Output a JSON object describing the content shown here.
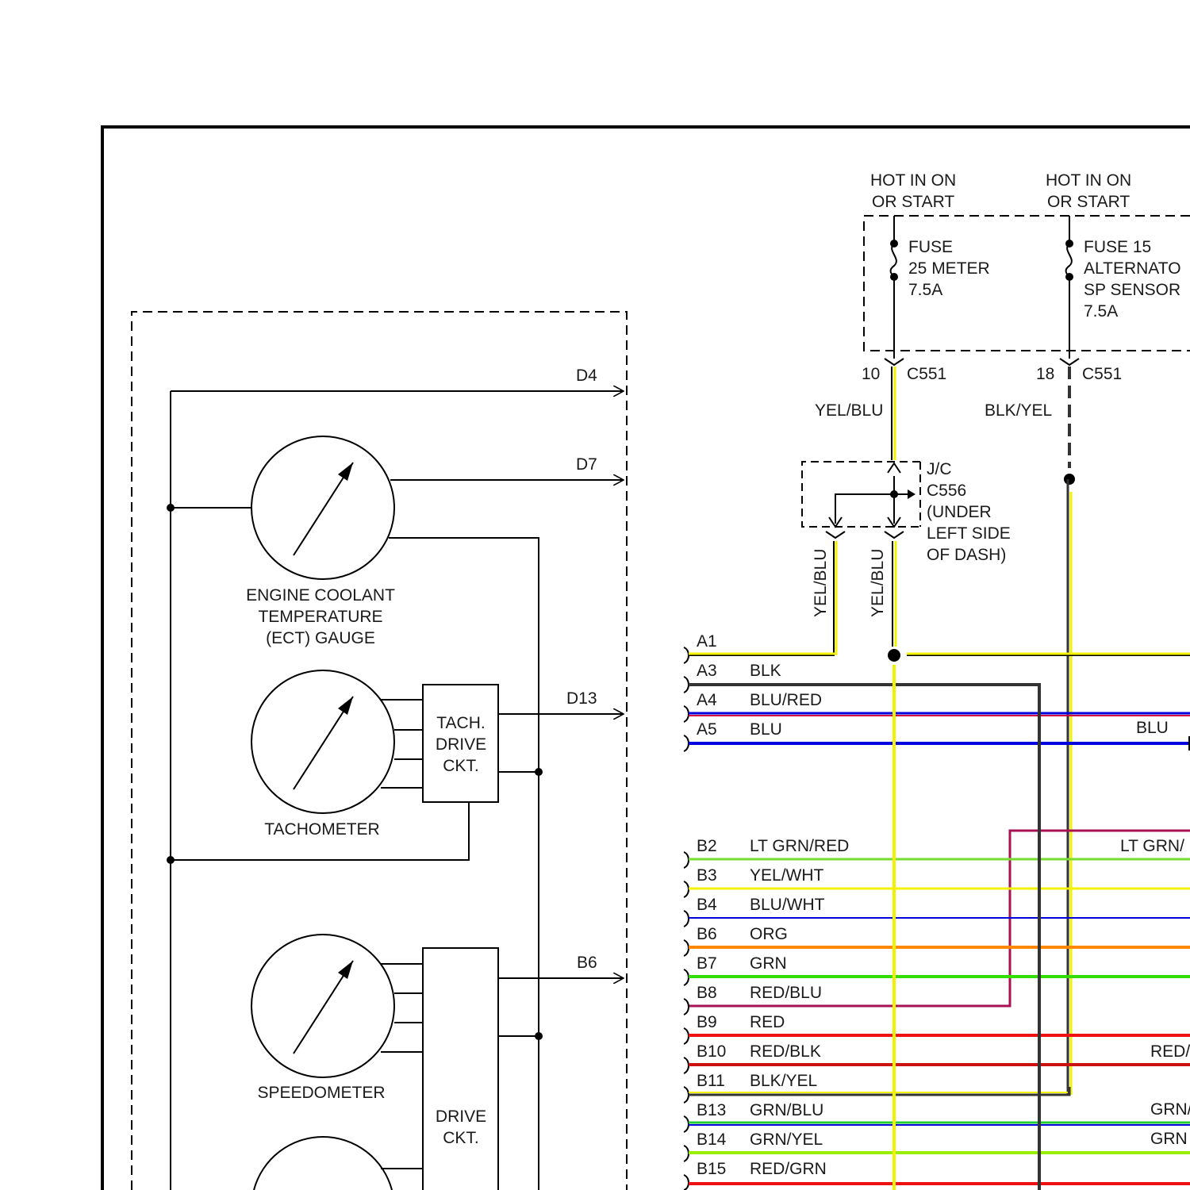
{
  "power": {
    "left_hot": [
      "HOT IN ON",
      "OR START"
    ],
    "right_hot": [
      "HOT IN ON",
      "OR START"
    ],
    "fuse_left": [
      "FUSE",
      "25 METER",
      "7.5A"
    ],
    "fuse_right": [
      "FUSE 15",
      "ALTERNATO",
      "SP SENSOR",
      "7.5A"
    ],
    "conn_left_pin": "10",
    "conn_left": "C551",
    "conn_right_pin": "18",
    "conn_right": "C551",
    "wire_left": "YEL/BLU",
    "wire_right": "BLK/YEL"
  },
  "junction": {
    "label": [
      "J/C",
      "C556",
      "(UNDER",
      "LEFT SIDE",
      "OF DASH)"
    ],
    "wire_a": "YEL/BLU",
    "wire_b": "YEL/BLU"
  },
  "cluster": {
    "outputs": {
      "d4": "D4",
      "d7": "D7",
      "d13": "D13",
      "b6": "B6"
    },
    "ect_label": [
      "ENGINE COOLANT",
      "TEMPERATURE",
      "(ECT) GAUGE"
    ],
    "tach_label": "TACHOMETER",
    "tach_drive": [
      "TACH.",
      "DRIVE",
      "CKT."
    ],
    "speedo_label": "SPEEDOMETER",
    "drive_ckt": [
      "DRIVE",
      "CKT."
    ]
  },
  "pins_a": [
    {
      "pin": "A1",
      "wire": "",
      "color": "#f2f200"
    },
    {
      "pin": "A3",
      "wire": "BLK",
      "color": "#333333"
    },
    {
      "pin": "A4",
      "wire": "BLU/RED",
      "color": "#7a00cc"
    },
    {
      "pin": "A5",
      "wire": "BLU",
      "color": "#0000dd"
    }
  ],
  "pins_b": [
    {
      "pin": "B2",
      "wire": "LT GRN/RED",
      "color": "#77dd33"
    },
    {
      "pin": "B3",
      "wire": "YEL/WHT",
      "color": "#f2f200"
    },
    {
      "pin": "B4",
      "wire": "BLU/WHT",
      "color": "#0000dd"
    },
    {
      "pin": "B6",
      "wire": "ORG",
      "color": "#ff8800"
    },
    {
      "pin": "B7",
      "wire": "GRN",
      "color": "#33dd00"
    },
    {
      "pin": "B8",
      "wire": "RED/BLU",
      "color": "#aa1155"
    },
    {
      "pin": "B9",
      "wire": "RED",
      "color": "#ee1111"
    },
    {
      "pin": "B10",
      "wire": "RED/BLK",
      "color": "#cc1111"
    },
    {
      "pin": "B11",
      "wire": "BLK/YEL",
      "color": "#333333"
    },
    {
      "pin": "B13",
      "wire": "GRN/BLU",
      "color": "#22cc33"
    },
    {
      "pin": "B14",
      "wire": "GRN/YEL",
      "color": "#99ee00"
    },
    {
      "pin": "B15",
      "wire": "RED/GRN",
      "color": "#ee1111"
    }
  ],
  "right_edge": {
    "blu": "BLU",
    "lt_grn": "LT GRN/",
    "red": "RED/",
    "grn_a": "GRN/",
    "grn_b": "GRN"
  },
  "colors": {
    "yellow": "#f2f200",
    "black_wire": "#333333",
    "line": "#000000"
  }
}
